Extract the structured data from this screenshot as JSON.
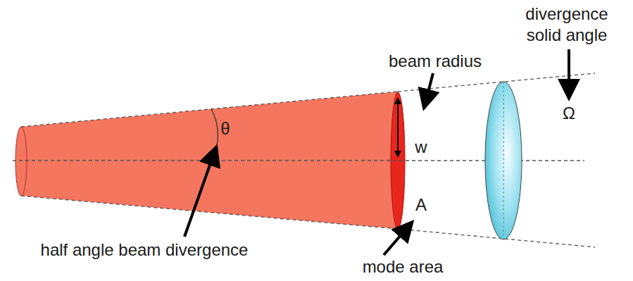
{
  "diagram": {
    "labels": [
      "divergence solid angle",
      "beam radius",
      "θ",
      "w",
      "Ω",
      "A",
      "half angle beam divergence",
      "mode area"
    ]
  }
}
